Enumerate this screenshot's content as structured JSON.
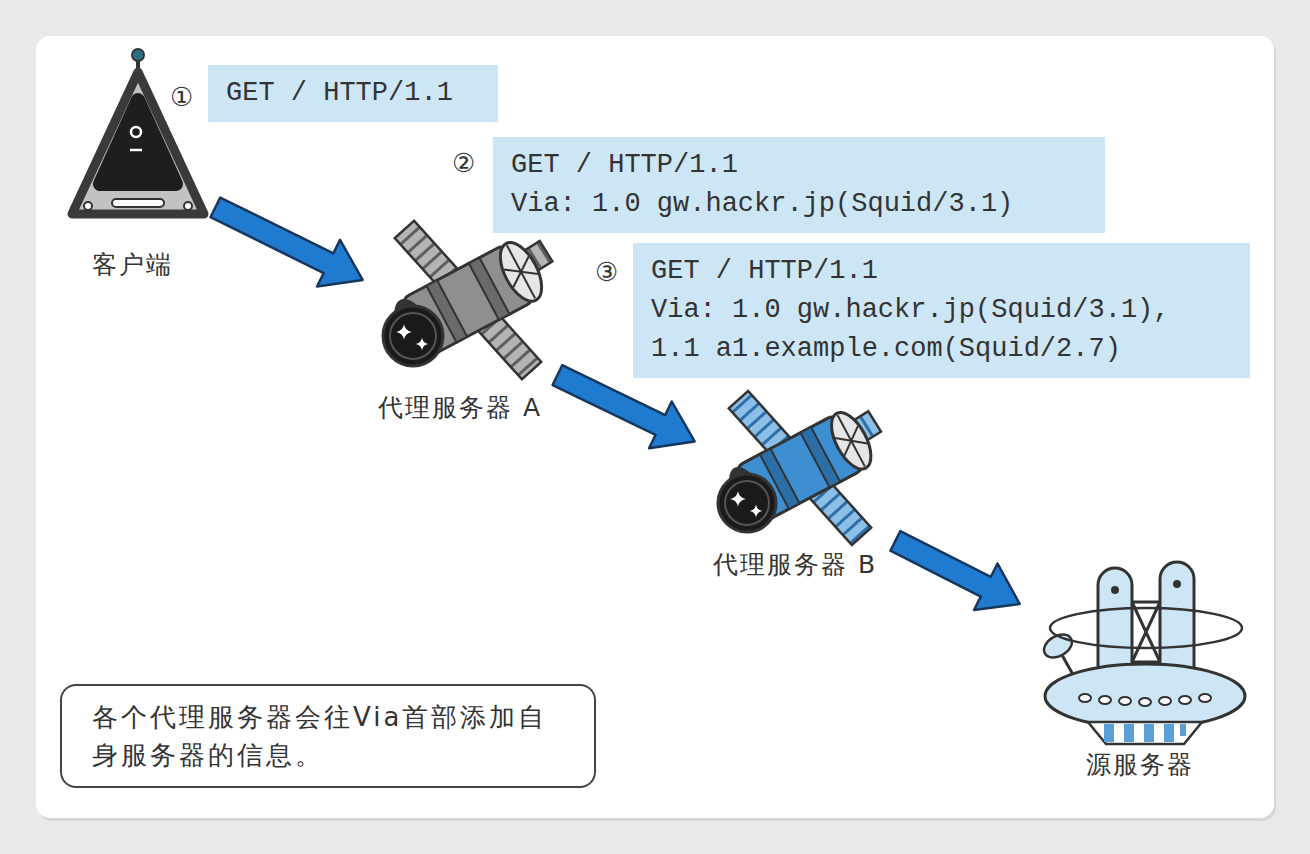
{
  "diagram": {
    "nodes": [
      {
        "text": [
          "客户端"
        ]
      },
      {
        "text": [
          "GET / HTTP/1.1"
        ]
      },
      {
        "text": [
          "GET / HTTP/1.1",
          "Via: 1.0 gw.hackr.jp(Squid/3.1)"
        ]
      },
      {
        "text": [
          "代理服务器 A"
        ]
      },
      {
        "text": [
          "GET / HTTP/1.1",
          "Via: 1.0 gw.hackr.jp(Squid/3.1), 1.1 a1.example.com(Squid/2.7)"
        ]
      },
      {
        "text": [
          "代理服务器 B"
        ]
      },
      {
        "text": [
          "各个代理服务器会往Via首部添加自身服务器的信息。"
        ]
      },
      {
        "text": [
          "源服务器"
        ]
      }
    ],
    "edges": [
      {
        "from": 0,
        "to": 3,
        "arrow": "to"
      },
      {
        "from": 3,
        "to": 5,
        "arrow": "to"
      },
      {
        "from": 5,
        "to": 7,
        "arrow": "to"
      }
    ],
    "labels": [
      "①",
      "②",
      "③"
    ]
  }
}
